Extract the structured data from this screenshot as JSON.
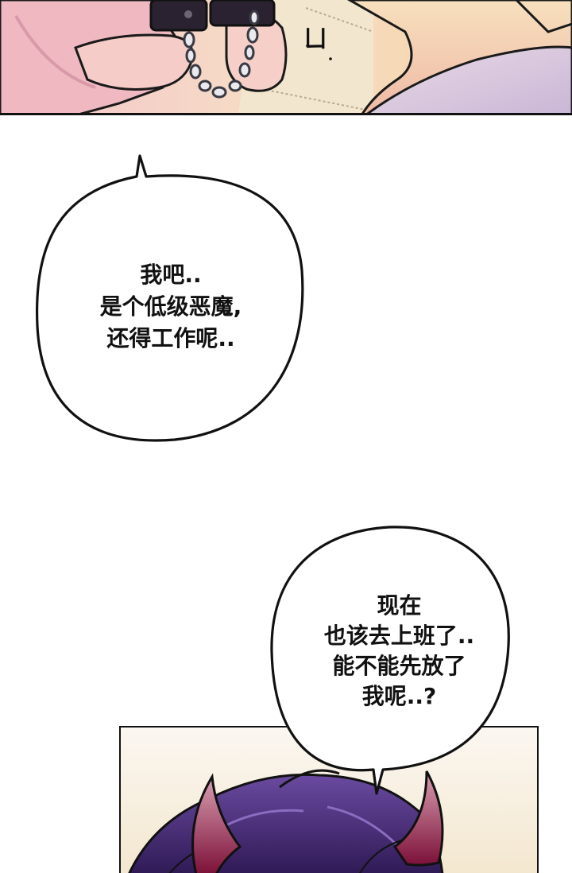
{
  "top_panel": {
    "sfx": "ㄩ"
  },
  "bubble_1": {
    "lines": [
      "我吧..",
      "是个低级恶魔,",
      "还得工作呢.."
    ]
  },
  "bubble_2": {
    "lines": [
      "现在",
      "也该去上班了..",
      "能不能先放了",
      "我呢..?"
    ]
  },
  "colors": {
    "ink": "#111111",
    "skin_pink": "#f2c3c6",
    "warm_highlight": "#f7dcc2",
    "hair_purple": "#4b2d7a",
    "horn_red": "#8e1540",
    "floor_beige": "#f3e6cf"
  }
}
